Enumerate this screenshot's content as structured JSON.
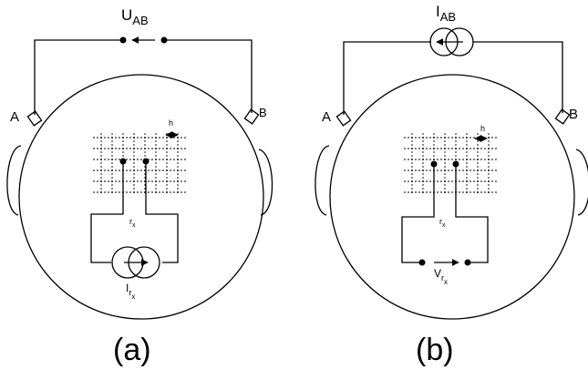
{
  "panel_a": {
    "caption": "(a)",
    "top_label_main": "U",
    "top_label_sub": "AB",
    "electrode_a": "A",
    "electrode_b": "B",
    "spacing": "h",
    "node_main": "r",
    "node_sub": "x",
    "source_main": "I",
    "source_sub": "r",
    "source_subsub": "x"
  },
  "panel_b": {
    "caption": "(b)",
    "top_label_main": "I",
    "top_label_sub": "AB",
    "electrode_a": "A",
    "electrode_b": "B",
    "spacing": "h",
    "node_main": "r",
    "node_sub": "x",
    "meter_main": "V",
    "meter_sub": "r",
    "meter_subsub": "x"
  }
}
